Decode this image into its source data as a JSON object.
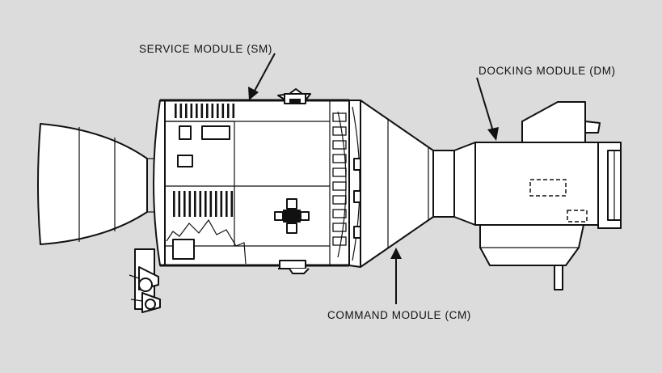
{
  "labels": {
    "service_module": "SERVICE MODULE (SM)",
    "docking_module": "DOCKING MODULE (DM)",
    "command_module": "COMMAND MODULE (CM)"
  },
  "colors": {
    "background": "#dcdcdc",
    "line": "#111111",
    "fill": "#ffffff"
  }
}
